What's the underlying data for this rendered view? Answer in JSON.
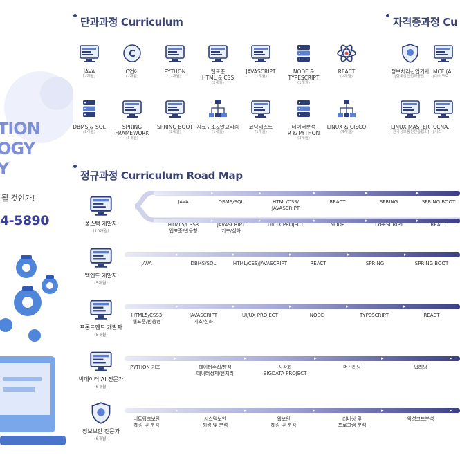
{
  "left_panel": {
    "words": [
      "TION",
      "OGY",
      "Y"
    ],
    "tagline": "될 것인가!",
    "phone": "4-5890"
  },
  "single_curriculum": {
    "title": "단과과정 Curriculum",
    "rows": [
      [
        {
          "name": "JAVA",
          "duration": "(2개월)",
          "icon": "java-icon"
        },
        {
          "name": "C언어",
          "duration": "(2개월)",
          "icon": "c-language-icon"
        },
        {
          "name": "PYTHON",
          "duration": "(2개월)",
          "icon": "python-icon"
        },
        {
          "name": "웹표준\nHTML & CSS",
          "duration": "(2개월)",
          "icon": "html-css-icon"
        },
        {
          "name": "JAVASCRIPT",
          "duration": "(1개월)",
          "icon": "javascript-icon"
        },
        {
          "name": "NODE &\nTYPESCRIPT",
          "duration": "(1개월)",
          "icon": "node-server-icon"
        },
        {
          "name": "REACT",
          "duration": "(2개월)",
          "icon": "react-icon"
        }
      ],
      [
        {
          "name": "DBMS & SQL",
          "duration": "(1개월)",
          "icon": "database-icon"
        },
        {
          "name": "SPRING\nFRAMEWORK",
          "duration": "(1개월)",
          "icon": "spring-framework-icon"
        },
        {
          "name": "SPRING BOOT",
          "duration": "(2개월)",
          "icon": "spring-boot-icon"
        },
        {
          "name": "자료구조&알고리즘",
          "duration": "(1개월)",
          "icon": "algorithm-icon"
        },
        {
          "name": "코딩테스트",
          "duration": "(1개월)",
          "icon": "coding-test-icon"
        },
        {
          "name": "데이터분석\nR & PYTHON",
          "duration": "(3개월)",
          "icon": "data-analysis-icon"
        },
        {
          "name": "LINUX & CISCO",
          "duration": "(4개월)",
          "icon": "network-icon"
        }
      ]
    ]
  },
  "certificate": {
    "title": "자격증과정 Cu",
    "items": [
      {
        "name": "정보처리산업기사",
        "sub": "[한국산업인력공단]",
        "icon": "certificate-shield-icon"
      },
      {
        "name": "MCF (A",
        "sub": "[마이크로",
        "icon": "mcf-icon"
      },
      {
        "name": "LINUX MASTER",
        "sub": "[한국정보통신진흥협회]",
        "icon": "linux-master-icon"
      },
      {
        "name": "CCNA,",
        "sub": "[시스",
        "icon": "ccna-icon"
      }
    ]
  },
  "roadmap": {
    "title": "정규과정 Curriculum Road Map",
    "tracks": [
      {
        "role": "풀스택 개발자",
        "duration": "(10개월)",
        "icon": "fullstack-icon",
        "top_labels": [
          "JAVA",
          "DBMS/SQL",
          "HTML/CSS/\nJAVASCRIPT",
          "REACT",
          "SPRING",
          "SPRING BOOT"
        ],
        "bottom_labels": [
          "HTML5/CSS3\n웹표준/반응형",
          "JAVASCRIPT\n기초/심화",
          "UI/UX PROJECT",
          "NODE",
          "TYPESCRIPT",
          "REACT"
        ]
      },
      {
        "role": "백엔드 개발자",
        "duration": "(5개월)",
        "icon": "backend-icon",
        "labels": [
          "JAVA",
          "DBMS/SQL",
          "HTML/CSS/JAVASCRIPT",
          "REACT",
          "SPRING",
          "SPRING BOOT"
        ]
      },
      {
        "role": "프론트엔드 개발자",
        "duration": "(5개월)",
        "icon": "frontend-icon",
        "labels": [
          "HTML5/CSS3\n웹표준/반응형",
          "JAVASCRIPT\n기초/심화",
          "UI/UX PROJECT",
          "NODE",
          "TYPESCRIPT",
          "REACT"
        ]
      },
      {
        "role": "빅데이터·AI 전문가",
        "duration": "(6개월)",
        "icon": "bigdata-ai-icon",
        "labels": [
          "PYTHON 기초",
          "데이터수집/분석\n데이터정제/전처리",
          "시각화\nBIGDATA PROJECT",
          "머신러닝",
          "딥러닝"
        ]
      },
      {
        "role": "정보보안 전문가",
        "duration": "(6개월)",
        "icon": "security-icon",
        "labels": [
          "네트워크보안\n해킹 및 분석",
          "시스템보안\n해킹 및 분석",
          "웹보안\n해킹 및 분석",
          "리버싱 및\n프로그램 분석",
          "악성코드분석"
        ]
      }
    ]
  }
}
